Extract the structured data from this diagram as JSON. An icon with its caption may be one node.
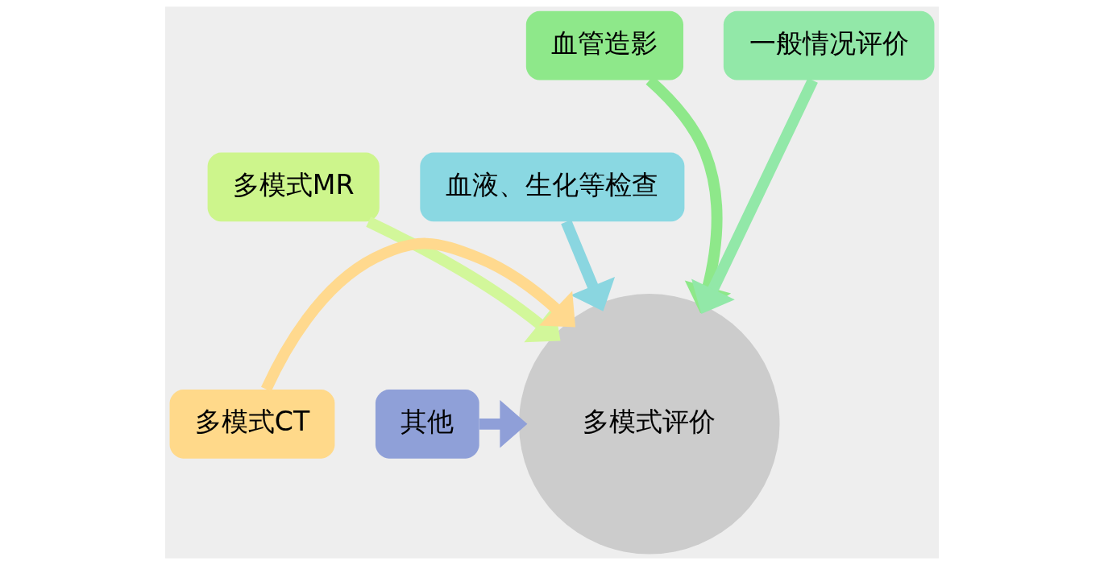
{
  "diagram": {
    "nodes": [
      {
        "text": [
          "血管造影"
        ]
      },
      {
        "text": [
          "一般情况评价"
        ]
      },
      {
        "text": [
          "多模式MR"
        ]
      },
      {
        "text": [
          "血液、生化等检查"
        ]
      },
      {
        "text": [
          "多模式CT"
        ]
      },
      {
        "text": [
          "多模式评价"
        ]
      },
      {
        "text": [
          "其他"
        ]
      }
    ],
    "edges": [
      {
        "from": 0,
        "to": 5,
        "arrow": "to",
        "color": "#8ee88a"
      },
      {
        "from": 1,
        "to": 5,
        "arrow": "to",
        "color": "#92e8a8"
      },
      {
        "from": 2,
        "to": 5,
        "arrow": "to",
        "color": "#d2f79a"
      },
      {
        "from": 3,
        "to": 5,
        "arrow": "to",
        "color": "#8ad6e0"
      },
      {
        "from": 4,
        "to": 5,
        "arrow": "to",
        "color": "#ffd98e"
      },
      {
        "from": 6,
        "to": 5,
        "arrow": "to",
        "color": "#8f9fd8"
      }
    ]
  }
}
